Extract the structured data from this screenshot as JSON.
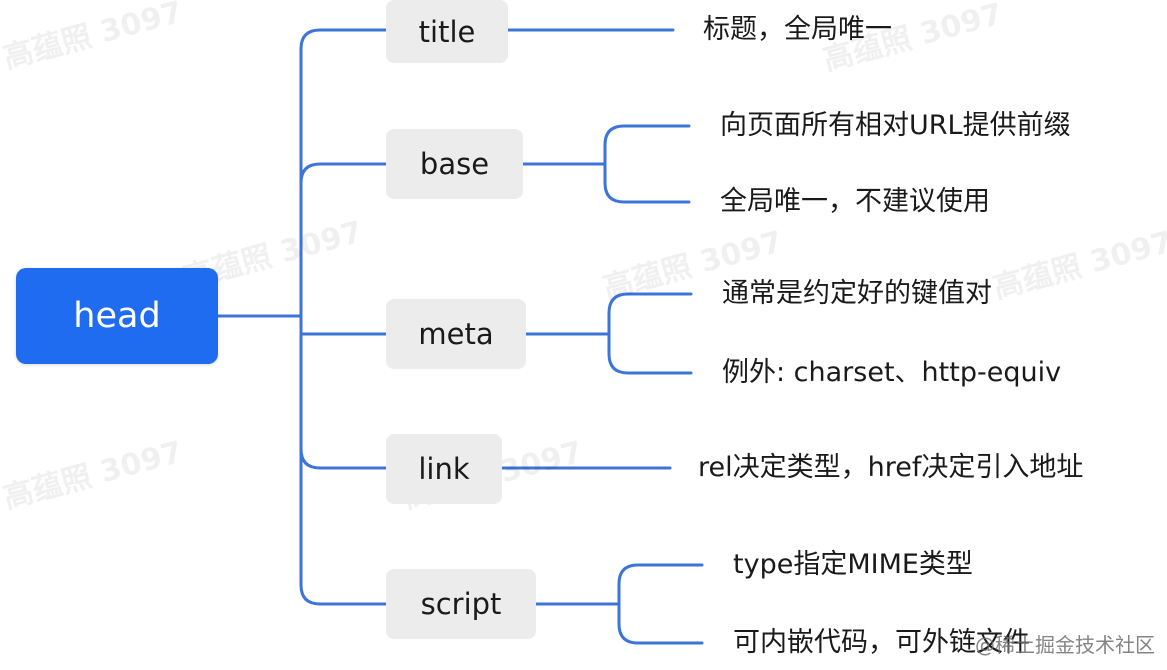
{
  "root": {
    "label": "head"
  },
  "branches": [
    {
      "label": "title",
      "leaves": [
        "标题，全局唯一"
      ]
    },
    {
      "label": "base",
      "leaves": [
        "向页面所有相对URL提供前缀",
        "全局唯一，不建议使用"
      ]
    },
    {
      "label": "meta",
      "leaves": [
        "通常是约定好的键值对",
        "例外: charset、http-equiv"
      ]
    },
    {
      "label": "link",
      "leaves": [
        "rel决定类型，href决定引入地址"
      ]
    },
    {
      "label": "script",
      "leaves": [
        "type指定MIME类型",
        "可内嵌代码，可外链文件"
      ]
    }
  ],
  "watermark": "高蕴照 3097",
  "footer": "@稀土掘金技术社区",
  "colors": {
    "accent": "#1f6cf0",
    "connector": "#3d74d8",
    "branch_bg": "#ececec"
  }
}
